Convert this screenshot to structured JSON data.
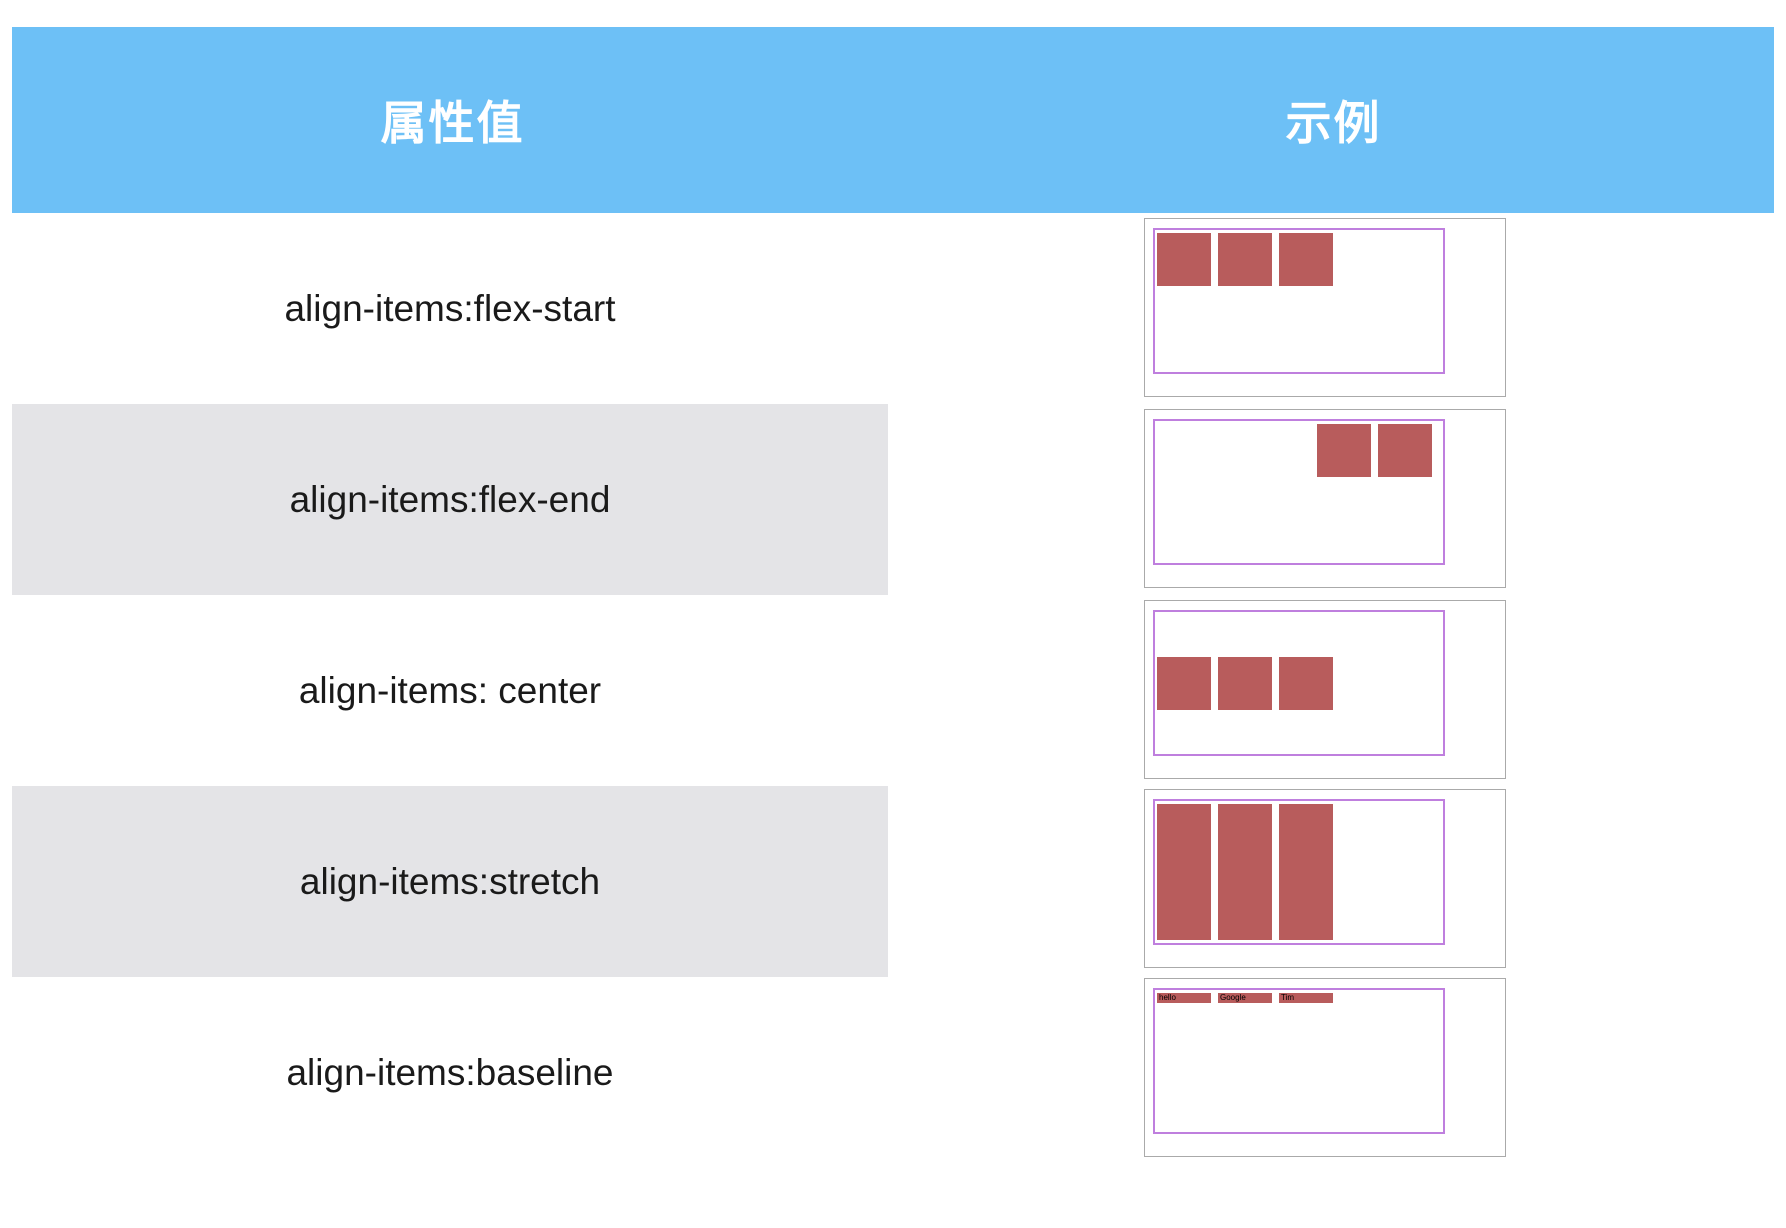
{
  "header": {
    "property_col": "属性值",
    "example_col": "示例"
  },
  "rows": [
    {
      "label": "align-items:flex-start",
      "align": "flex-start",
      "items": [
        "",
        "",
        ""
      ]
    },
    {
      "label": "align-items:flex-end",
      "align": "flex-end",
      "items": [
        "",
        ""
      ]
    },
    {
      "label": "align-items: center",
      "align": "center",
      "items": [
        "",
        "",
        ""
      ]
    },
    {
      "label": "align-items:stretch",
      "align": "stretch",
      "items": [
        "",
        "",
        ""
      ]
    },
    {
      "label": "align-items:baseline",
      "align": "baseline",
      "items": [
        "hello",
        "Google",
        "Tim"
      ]
    }
  ],
  "colors": {
    "header_bg": "#6DC0F6",
    "stripe_bg": "#E4E4E7",
    "item_red": "#B85C5C",
    "container_border": "#BF7FDE"
  }
}
